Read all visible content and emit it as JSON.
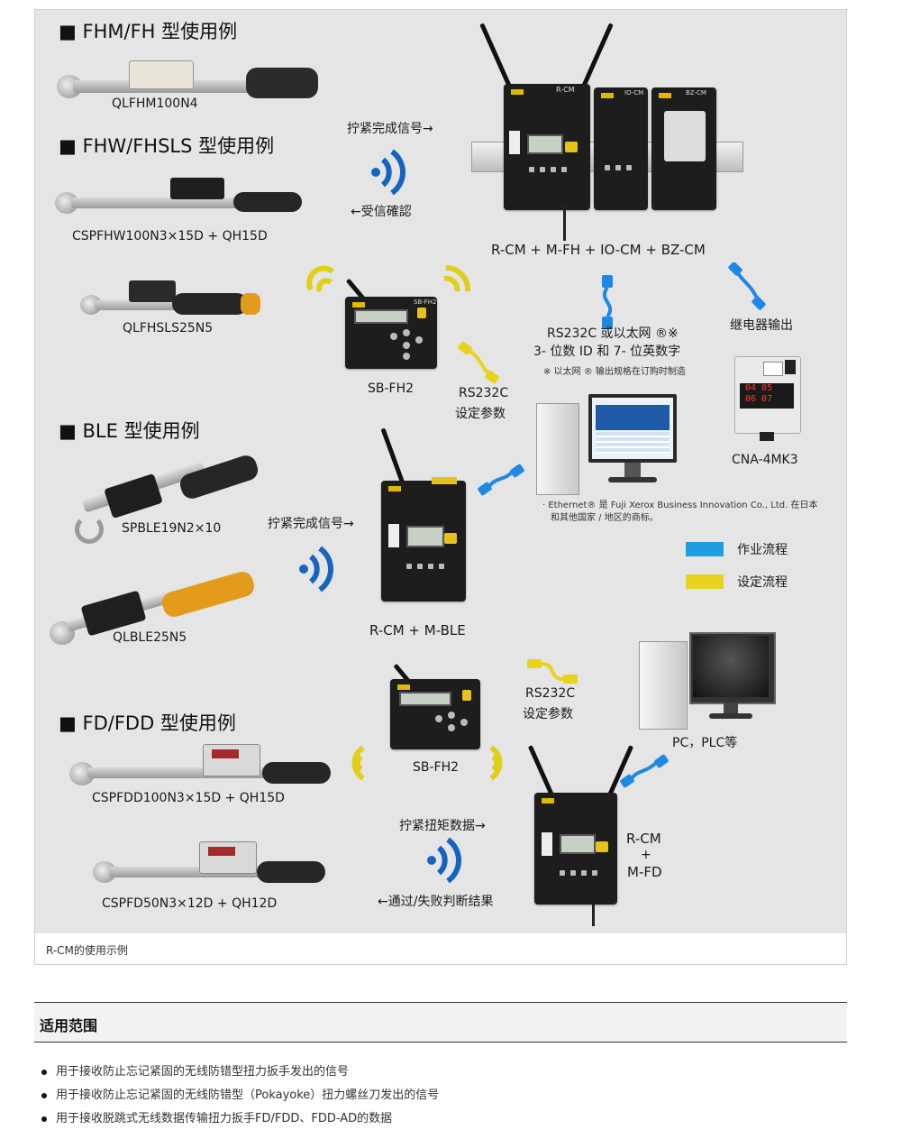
{
  "figure": {
    "caption": "R-CM的使用示例",
    "sections": {
      "fhm": "■ FHM/FH 型使用例",
      "fhw": "■ FHW/FHSLS 型使用例",
      "ble": "■ BLE 型使用例",
      "fd": "■ FD/FDD 型使用例"
    },
    "products": {
      "qlfhm": "QLFHM100N4",
      "cspfhw": "CSPFHW100N3×15D + QH15D",
      "qlfhsls": "QLFHSLS25N5",
      "spble": "SPBLE19N2×10",
      "qlble": "QLBLE25N5",
      "cspfdd": "CSPFDD100N3×15D + QH15D",
      "cspfd": "CSPFD50N3×12D + QH12D"
    },
    "signals": {
      "tighten1": "拧紧完成信号→",
      "receive": "←受信確認",
      "tighten2": "拧紧完成信号→",
      "torque_data": "拧紧扭矩数据→",
      "pass_fail": "←通过/失败判断结果"
    },
    "devices": {
      "combo": "R-CM + M-FH + IO-CM + BZ-CM",
      "sbfh2_a": "SB-FH2",
      "sbfh2_b": "SB-FH2",
      "rcm_ble": "R-CM + M-BLE",
      "rcm_fd_1": "R-CM",
      "rcm_fd_2": "+",
      "rcm_fd_3": "M-FD",
      "cna": "CNA-4MK3",
      "pc": "PC，PLC等",
      "lcd_cna_top": "04 05",
      "lcd_cna_bottom": "06 07",
      "rcm_label": "R-CM",
      "io_label": "IO-CM",
      "bz_label": "BZ-CM",
      "sb_label": "SB-FH2"
    },
    "connections": {
      "rs232_ethernet": "RS232C 或以太网 ®※",
      "id_line": "3- 位数 ID 和 7- 位英数字",
      "ethernet_note": "※ 以太网 ® 输出规格在订购时制造",
      "relay": "继电器输出",
      "rs232_set_1a": "RS232C",
      "rs232_set_1b": "设定参数",
      "rs232_set_2a": "RS232C",
      "rs232_set_2b": "设定参数"
    },
    "trademark_1": "· Ethernet® 是 Fuji Xerox Business Innovation Co., Ltd. 在日本",
    "trademark_2": "和其他国家 / 地区的商标。",
    "legend": {
      "work_flow": "作业流程",
      "setting_flow": "设定流程",
      "work_color": "#1e9ee0",
      "setting_color": "#e8d21c"
    },
    "colors": {
      "wireless_blue": "#1565c0",
      "wireless_yellow": "#e0cf1a",
      "device_body": "#1d1d1d"
    }
  },
  "scope": {
    "title": "适用范围",
    "items": [
      "用于接收防止忘记紧固的无线防错型扭力扳手发出的信号",
      "用于接收防止忘记紧固的无线防错型（Pokayoke）扭力螺丝刀发出的信号",
      "用于接收脱跳式无线数据传输扭力扳手FD/FDD、FDD-AD的数据"
    ]
  }
}
